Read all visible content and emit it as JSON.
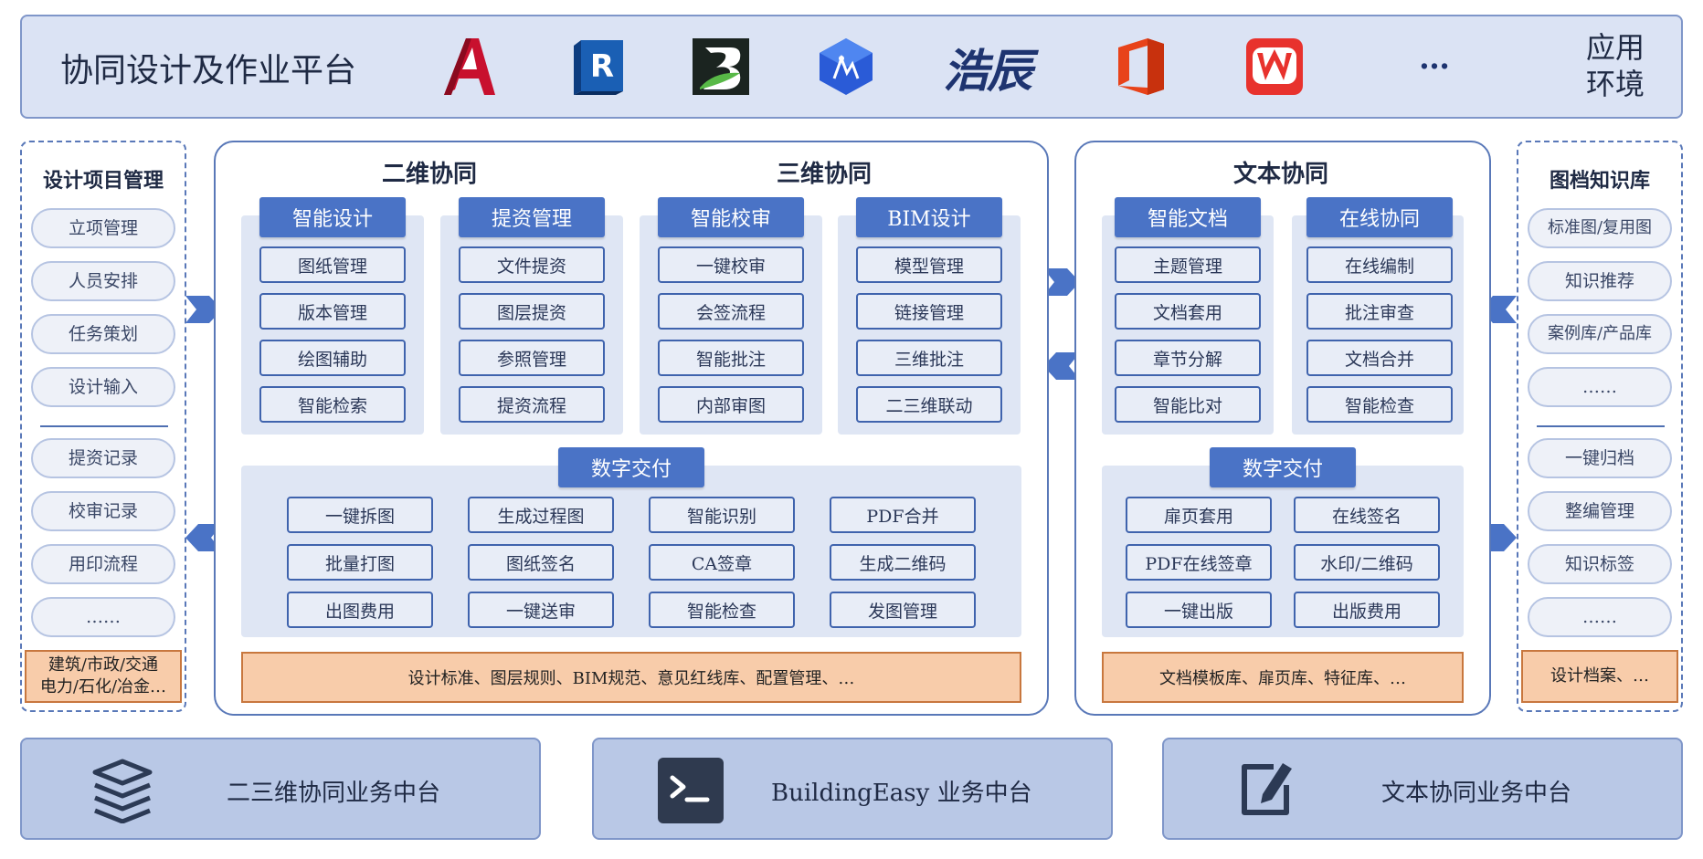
{
  "top": {
    "title": "协同设计及作业平台",
    "haochen_text": "浩辰",
    "ellipsis": "…",
    "env_line1": "应用",
    "env_line2": "环境"
  },
  "left": {
    "title": "设计项目管理",
    "items": [
      "立项管理",
      "人员安排",
      "任务策划",
      "设计输入",
      "提资记录",
      "校审记录",
      "用印流程",
      "……"
    ],
    "footer_line1": "建筑/市政/交通",
    "footer_line2": "电力/石化/冶金…"
  },
  "right": {
    "title": "图档知识库",
    "items": [
      "标准图/复用图",
      "知识推荐",
      "案例库/产品库",
      "……",
      "一键归档",
      "整编管理",
      "知识标签",
      "……"
    ],
    "footer": "设计档案、…"
  },
  "collab": {
    "head_2d": "二维协同",
    "head_3d": "三维协同",
    "columns": [
      {
        "title": "智能设计",
        "items": [
          "图纸管理",
          "版本管理",
          "绘图辅助",
          "智能检索"
        ]
      },
      {
        "title": "提资管理",
        "items": [
          "文件提资",
          "图层提资",
          "参照管理",
          "提资流程"
        ]
      },
      {
        "title": "智能校审",
        "items": [
          "一键校审",
          "会签流程",
          "智能批注",
          "内部审图"
        ]
      },
      {
        "title": "BIM设计",
        "items": [
          "模型管理",
          "链接管理",
          "三维批注",
          "二三维联动"
        ]
      }
    ],
    "delivery": {
      "title": "数字交付",
      "items": [
        "一键拆图",
        "生成过程图",
        "智能识别",
        "PDF合并",
        "批量打图",
        "图纸签名",
        "CA签章",
        "生成二维码",
        "出图费用",
        "一键送审",
        "智能检查",
        "发图管理"
      ]
    },
    "standards": "设计标准、图层规则、BIM规范、意见红线库、配置管理、…"
  },
  "text": {
    "head": "文本协同",
    "columns": [
      {
        "title": "智能文档",
        "items": [
          "主题管理",
          "文档套用",
          "章节分解",
          "智能比对"
        ]
      },
      {
        "title": "在线协同",
        "items": [
          "在线编制",
          "批注审查",
          "文档合并",
          "智能检查"
        ]
      }
    ],
    "delivery": {
      "title": "数字交付",
      "items": [
        "扉页套用",
        "在线签名",
        "PDF在线签章",
        "水印/二维码",
        "一键出版",
        "出版费用"
      ]
    },
    "standards": "文档模板库、扉页库、特征库、…"
  },
  "bottom": {
    "platforms": [
      "二三维协同业务中台",
      "BuildingEasy 业务中台",
      "文本协同业务中台"
    ]
  },
  "colors": {
    "accent_blue": "#4a73c6",
    "panel_border": "#5978b8",
    "banner_bg": "#dbe3f4",
    "standards_bg": "#f8ccaa"
  },
  "icons": [
    "autocad-logo-icon",
    "revit-logo-icon",
    "bentley-logo-icon",
    "archi-logo-icon",
    "office-logo-icon",
    "wps-logo-icon",
    "stack-layers-icon",
    "terminal-icon",
    "edit-icon"
  ]
}
